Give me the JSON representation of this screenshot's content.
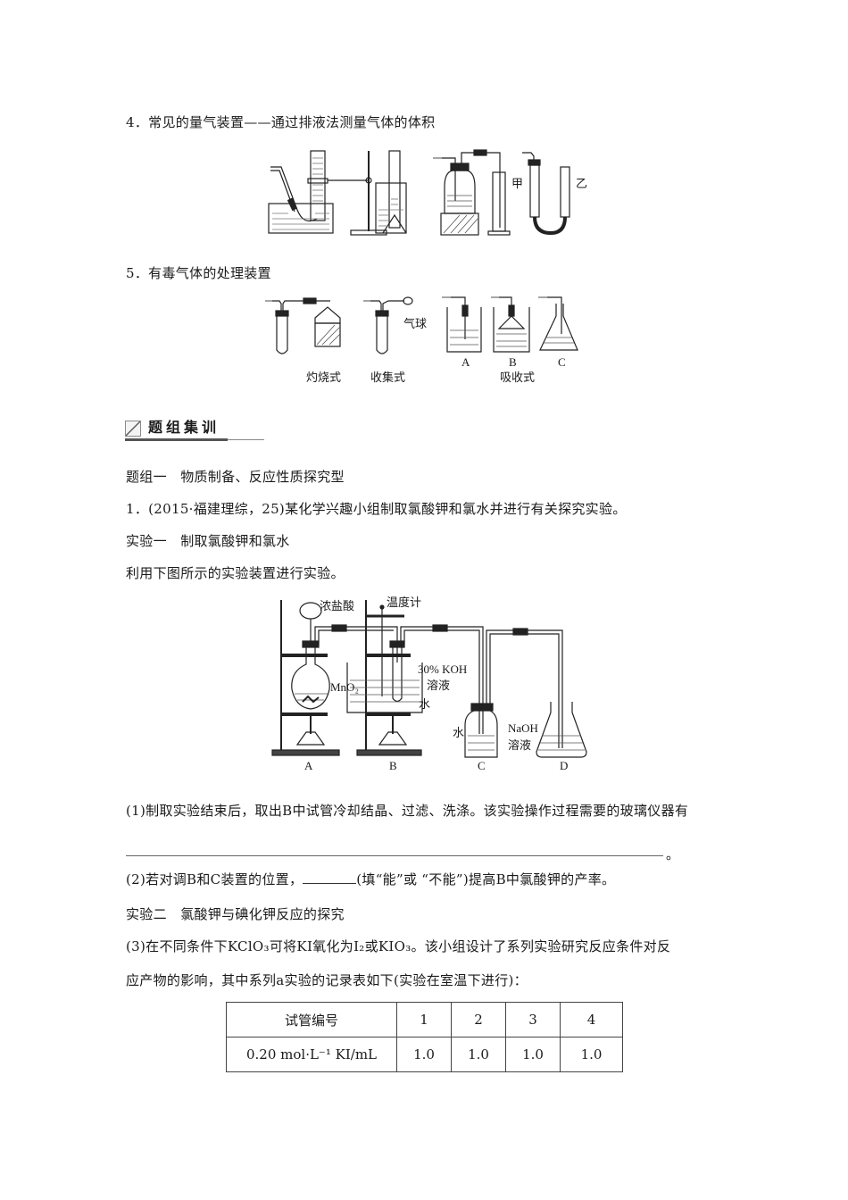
{
  "section4": {
    "heading": "4．常见的量气装置——通过排液法测量气体的体积",
    "figure_labels": {
      "jia": "甲",
      "yi": "乙"
    }
  },
  "section5": {
    "heading": "5．有毒气体的处理装置",
    "figure_labels": {
      "balloon": "气球",
      "burn": "灼烧式",
      "collect": "收集式",
      "A": "A",
      "B": "B",
      "C": "C",
      "absorb": "吸收式"
    }
  },
  "training": {
    "title": "题组集训"
  },
  "group1": {
    "heading": "题组一　物质制备、反应性质探究型",
    "q1_intro": "1．(2015·福建理综，25)某化学兴趣小组制取氯酸钾和氯水并进行有关探究实验。",
    "exp1_title": "实验一　制取氯酸钾和氯水",
    "exp1_desc": "利用下图所示的实验装置进行实验。",
    "apparatus_labels": {
      "hcl": "浓盐酸",
      "thermometer": "温度计",
      "mno2": "MnO₂",
      "koh_1": "30% KOH",
      "koh_2": "溶液",
      "water_b": "水",
      "water_c": "水",
      "naoh_1": "NaOH",
      "naoh_2": "溶液",
      "A": "A",
      "B": "B",
      "C": "C",
      "D": "D"
    },
    "q1_part1": "(1)制取实验结束后，取出B中试管冷却结晶、过滤、洗涤。该实验操作过程需要的玻璃仪器有",
    "q1_part1_end": "。",
    "q1_part2_a": "(2)若对调B和C装置的位置，",
    "q1_part2_b": "(填“能”或 “不能”)提高B中氯酸钾的产率。",
    "exp2_title": "实验二　氯酸钾与碘化钾反应的探究",
    "q1_part3_line1": "(3)在不同条件下KClO₃可将KI氧化为I₂或KIO₃。该小组设计了系列实验研究反应条件对反",
    "q1_part3_line2": "应产物的影响，其中系列a实验的记录表如下(实验在室温下进行)：",
    "table": {
      "header": [
        "试管编号",
        "1",
        "2",
        "3",
        "4"
      ],
      "rows": [
        [
          "0.20 mol·L⁻¹ KI/mL",
          "1.0",
          "1.0",
          "1.0",
          "1.0"
        ]
      ]
    }
  }
}
